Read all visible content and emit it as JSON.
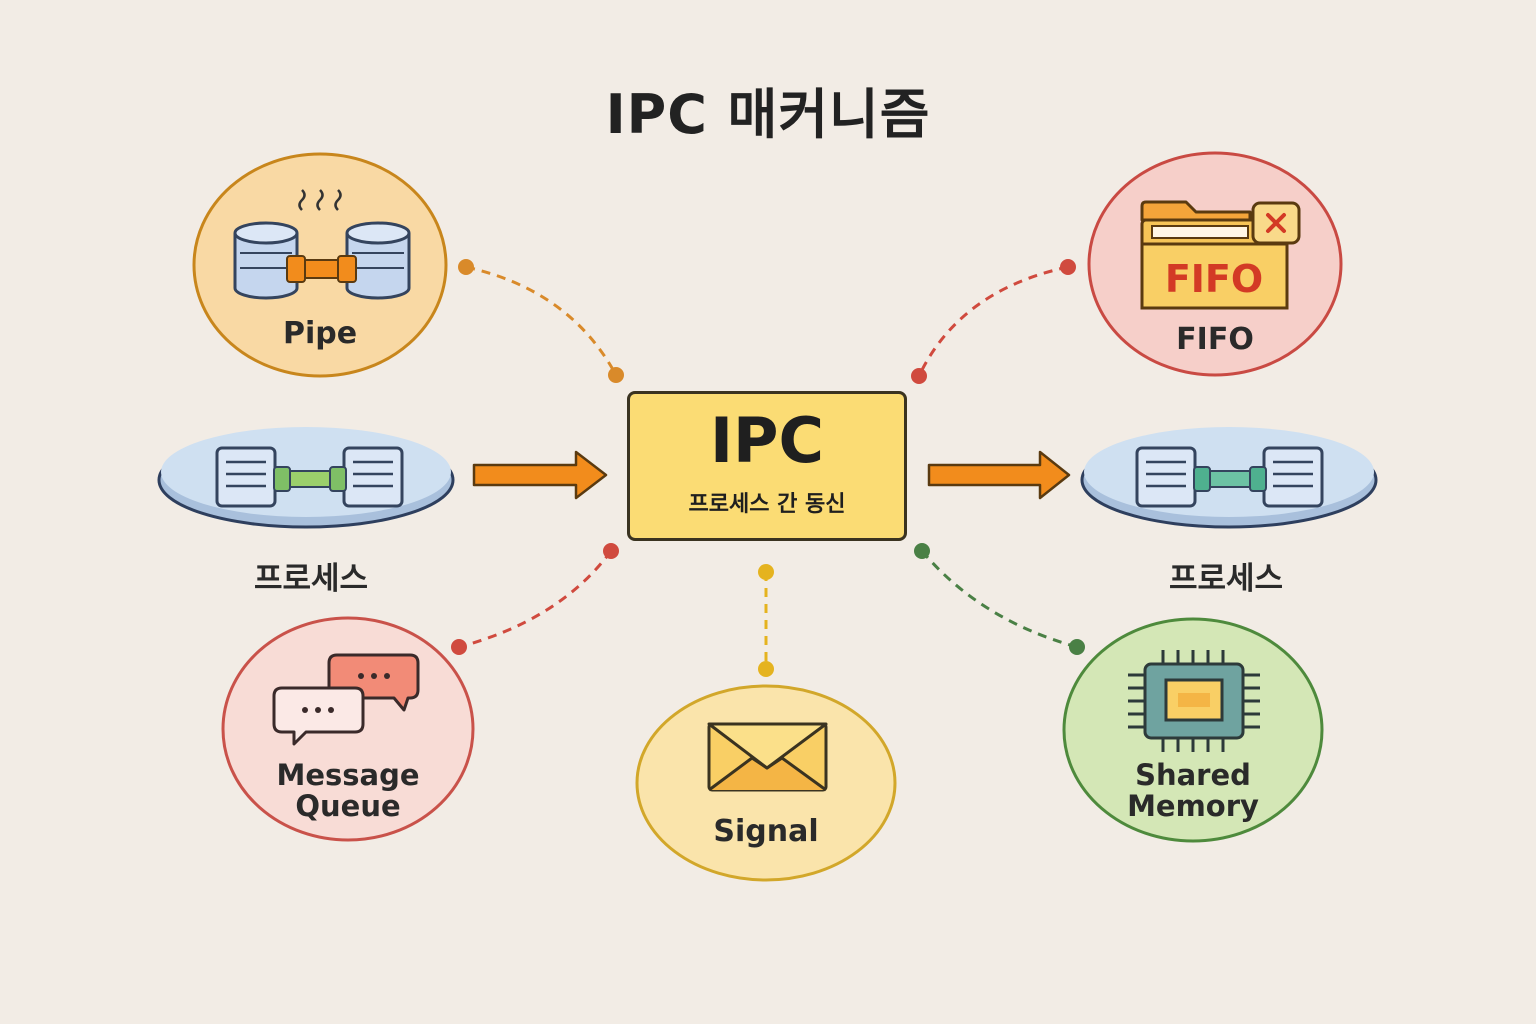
{
  "title": "IPC 매커니즘",
  "center": {
    "main": "IPC",
    "sub": "프로세스 간 동신"
  },
  "process_left_label": "프로세스",
  "process_right_label": "프로세스",
  "mechanisms": {
    "pipe": {
      "label": "Pipe",
      "color": "#c8861c",
      "fill": "#f9d9a4"
    },
    "fifo": {
      "label": "FIFO",
      "icon_text": "FIFO",
      "color": "#c94a43",
      "fill": "#f6cfc9"
    },
    "message_queue": {
      "label_line1": "Message",
      "label_line2": "Queue",
      "color": "#c9524a",
      "fill": "#f8dcd6"
    },
    "signal": {
      "label": "Signal",
      "color": "#d2a72a",
      "fill": "#fae4ab"
    },
    "shared_memory": {
      "label_line1": "Shared",
      "label_line2": "Memory",
      "color": "#4e8a3c",
      "fill": "#d4e7b6"
    }
  },
  "colors": {
    "background": "#f2ece5",
    "center_fill": "#fbdc74",
    "arrow": "#f28c1c",
    "process_fill": "#cfe0f1",
    "process_stroke": "#2e3f5e"
  }
}
